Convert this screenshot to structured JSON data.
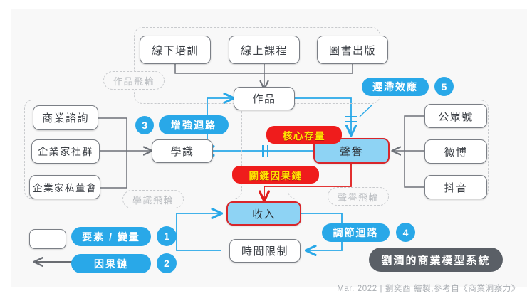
{
  "meta": {
    "title": "劉潤的商業模型系統",
    "caption": "Mar. 2022 | 劉奕酉 繪製,參考自《商業洞察力》"
  },
  "colors": {
    "accent_blue": "#29a8e8",
    "stock_fill": "#8ed3f4",
    "stock_border": "#d8262b",
    "red_badge_bg": "#ef1c1c",
    "red_badge_text": "#ffe400",
    "node_border": "#7b7f86",
    "dashed_group": "#c8cacd",
    "title_chip_bg": "#5a5f66",
    "canvas_bg": "#f8f8f8"
  },
  "groups": [
    {
      "id": "works",
      "label": "作品飛輪"
    },
    {
      "id": "knowledge",
      "label": "學識飛輪"
    },
    {
      "id": "reputation",
      "label": "聲譽飛輪"
    }
  ],
  "nodes": [
    {
      "id": "offline",
      "label": "線下培訓",
      "type": "plain"
    },
    {
      "id": "online",
      "label": "線上課程",
      "type": "plain"
    },
    {
      "id": "books",
      "label": "圖書出版",
      "type": "plain"
    },
    {
      "id": "works",
      "label": "作品",
      "type": "plain"
    },
    {
      "id": "consulting",
      "label": "商業諮詢",
      "type": "plain"
    },
    {
      "id": "community",
      "label": "企業家社群",
      "type": "plain"
    },
    {
      "id": "boardclub",
      "label": "企業家私董會",
      "type": "plain"
    },
    {
      "id": "knowledge",
      "label": "學識",
      "type": "plain"
    },
    {
      "id": "official",
      "label": "公眾號",
      "type": "plain"
    },
    {
      "id": "weibo",
      "label": "微博",
      "type": "plain"
    },
    {
      "id": "douyin",
      "label": "抖音",
      "type": "plain"
    },
    {
      "id": "reputation",
      "label": "聲譽",
      "type": "stock"
    },
    {
      "id": "revenue",
      "label": "收入",
      "type": "stock"
    },
    {
      "id": "timelimit",
      "label": "時間限制",
      "type": "plain"
    }
  ],
  "annotations": {
    "reinforcing_loop": {
      "label": "增強迴路",
      "number": "3"
    },
    "delay_effect": {
      "label": "遲滯效應",
      "number": "5"
    },
    "balancing_loop": {
      "label": "調節迴路",
      "number": "4"
    },
    "core_stock": {
      "label": "核心存量"
    },
    "key_causal_chain": {
      "label": "關鍵因果鏈"
    }
  },
  "legend": [
    {
      "label": "要素 / 變量",
      "number": "1",
      "symbol": "rounded-box"
    },
    {
      "label": "因果鏈",
      "number": "2",
      "symbol": "arrow-left"
    }
  ]
}
